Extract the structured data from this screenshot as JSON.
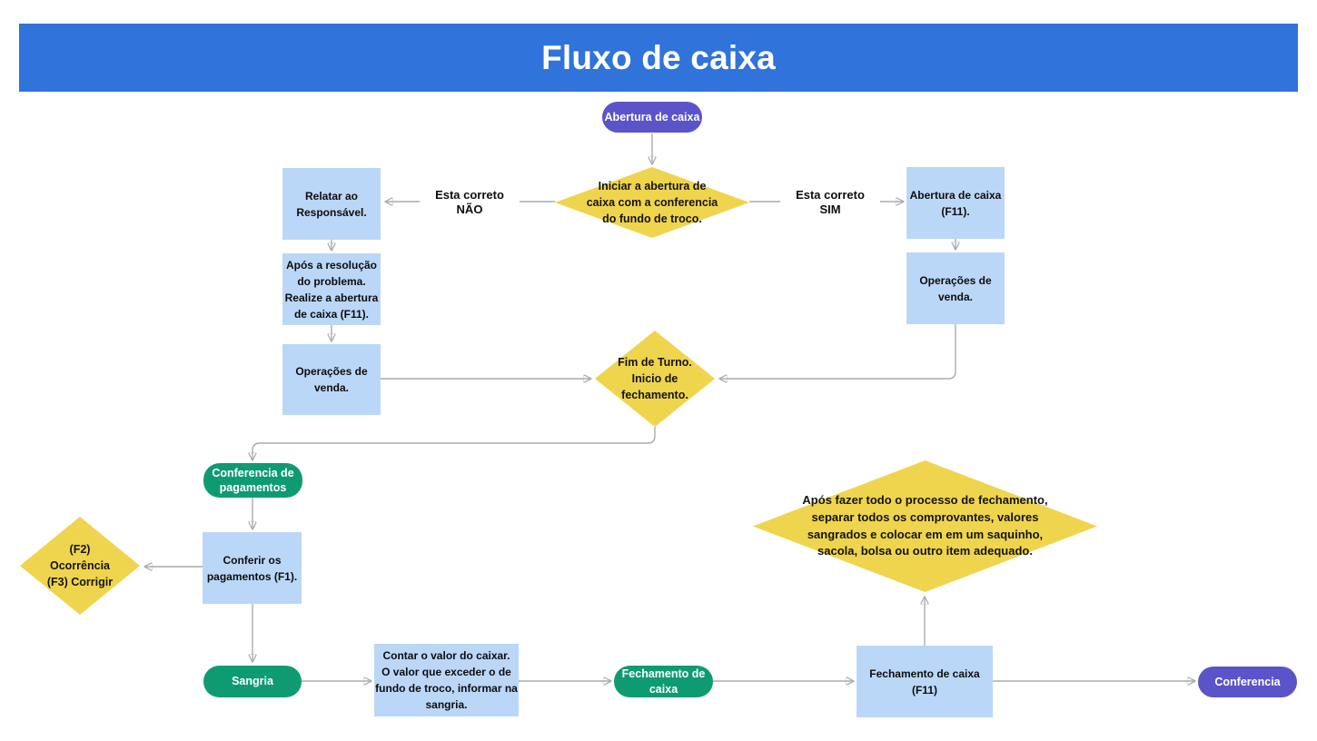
{
  "header": {
    "title": "Fluxo de caixa",
    "bg_color": "#2F73DB"
  },
  "colors": {
    "purple_pill": "#5B54C8",
    "green_pill": "#0F9B72",
    "yellow_diamond": "#EFD44E",
    "blue_rect": "#BBD7F8",
    "connector": "#A7ACB2"
  },
  "edge_labels": {
    "nao": "Esta correto\nNÃO",
    "sim": "Esta correto\nSIM"
  },
  "nodes": {
    "start_pill": "Abertura de caixa",
    "check_opening_diamond": "Iniciar a abertura de\ncaixa com a conferencia\ndo fundo de troco.",
    "relatar_rect": "Relatar ao\nResponsável.",
    "apos_resolucao_rect": "Após a resolução\ndo problema.\nRealize a abertura\nde caixa (F11).",
    "operacoes_venda_left_rect": "Operações de\nvenda.",
    "abertura_f11_rect": "Abertura de caixa\n(F11).",
    "operacoes_venda_right_rect": "Operações de\nvenda.",
    "fim_turno_diamond": "Fim de Turno.\nInicio de\nfechamento.",
    "conferencia_pagamentos_pill": "Conferencia de\npagamentos",
    "ocorrencia_diamond": "(F2)\nOcorrência\n(F3) Corrigir",
    "conferir_pagamentos_rect": "Conferir os\npagamentos (F1).",
    "sangria_pill": "Sangria",
    "contar_valor_rect": "Contar o valor do caixar.\nO valor que exceder o de\nfundo de troco, informar na\nsangria.",
    "fechamento_caixa_pill": "Fechamento de\ncaixa",
    "fechamento_f11_rect": "Fechamento de caixa\n(F11)",
    "apos_fechamento_diamond": "Após fazer todo o processo de fechamento,\nseparar todos os comprovantes, valores\nsangrados e colocar em em um saquinho,\nsacola, bolsa ou outro item adequado.",
    "conferencia_pill": "Conferencia"
  }
}
